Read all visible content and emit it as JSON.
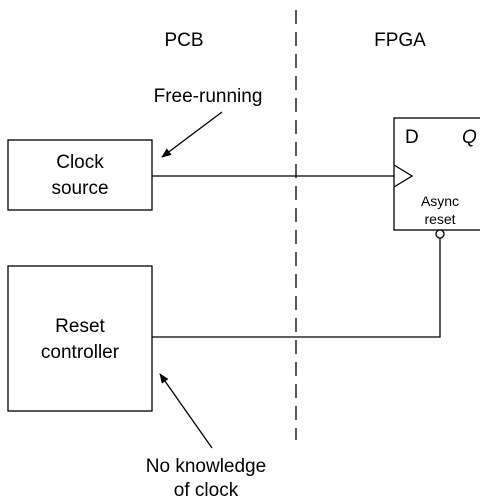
{
  "regions": {
    "left": "PCB",
    "right": "FPGA"
  },
  "blocks": {
    "clock_source": {
      "line1": "Clock",
      "line2": "source"
    },
    "reset_controller": {
      "line1": "Reset",
      "line2": "controller"
    }
  },
  "flip_flop": {
    "d_label": "D",
    "q_label": "Q",
    "reset_line1": "Async",
    "reset_line2": "reset"
  },
  "annotations": {
    "free_running": "Free-running",
    "no_knowledge_line1": "No knowledge",
    "no_knowledge_line2": "of clock"
  },
  "colors": {
    "stroke": "#000000",
    "background": "#ffffff"
  }
}
